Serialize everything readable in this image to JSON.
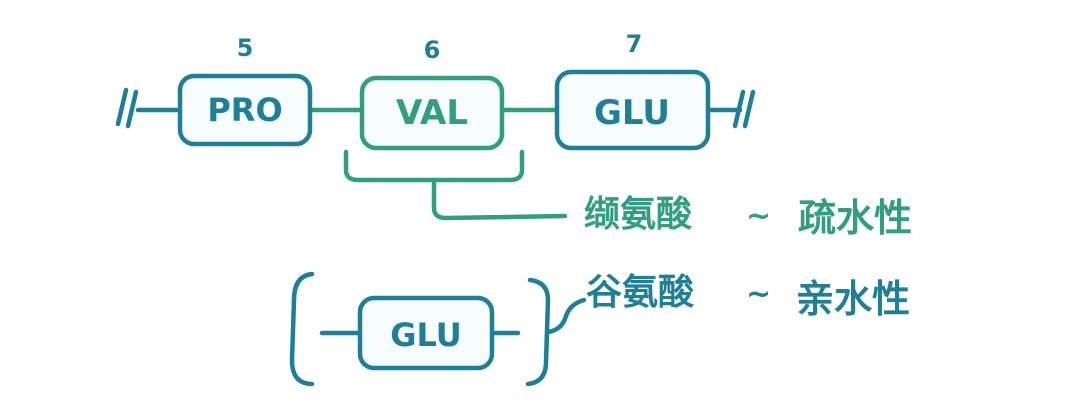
{
  "colors": {
    "blue": "#1e7f99",
    "green": "#2f9f7f"
  },
  "chain": {
    "residues": [
      {
        "position": "5",
        "label": "PRO",
        "highlight": false
      },
      {
        "position": "6",
        "label": "VAL",
        "highlight": true
      },
      {
        "position": "7",
        "label": "GLU",
        "highlight": false
      }
    ]
  },
  "annotations": {
    "valine": {
      "name": "缬氨酸",
      "tilde": "~",
      "property": "疏水性"
    },
    "glutamate": {
      "name": "谷氨酸",
      "tilde": "~",
      "property": "亲水性"
    }
  },
  "isolated": {
    "label": "GLU"
  }
}
